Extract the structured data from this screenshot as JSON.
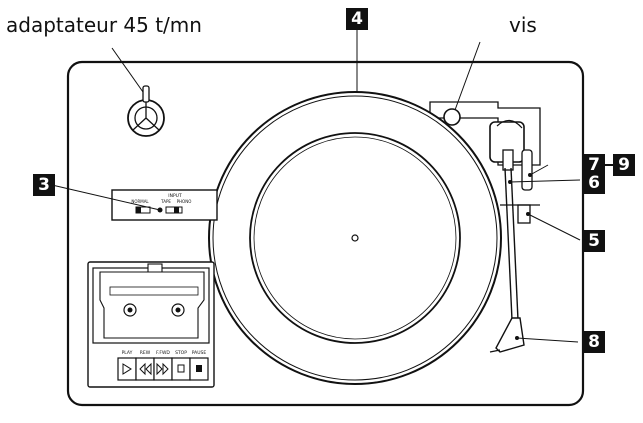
{
  "labels": {
    "adapter": "adaptateur 45 t/mn",
    "screw": "vis"
  },
  "callouts": {
    "n3": "3",
    "n4": "4",
    "n5": "5",
    "n6": "6",
    "n7": "7",
    "n8": "8",
    "n9": "9"
  },
  "panel": {
    "input_title": "INPUT",
    "input_left": "NORMAL",
    "input_tape": "TAPE",
    "input_phono": "PHONO"
  },
  "cassette": {
    "play": "PLAY",
    "rew": "REW",
    "ffwd": "F.FWD",
    "stop": "STOP",
    "pause": "PAUSE"
  },
  "colors": {
    "ink": "#111111",
    "paper": "#ffffff"
  }
}
